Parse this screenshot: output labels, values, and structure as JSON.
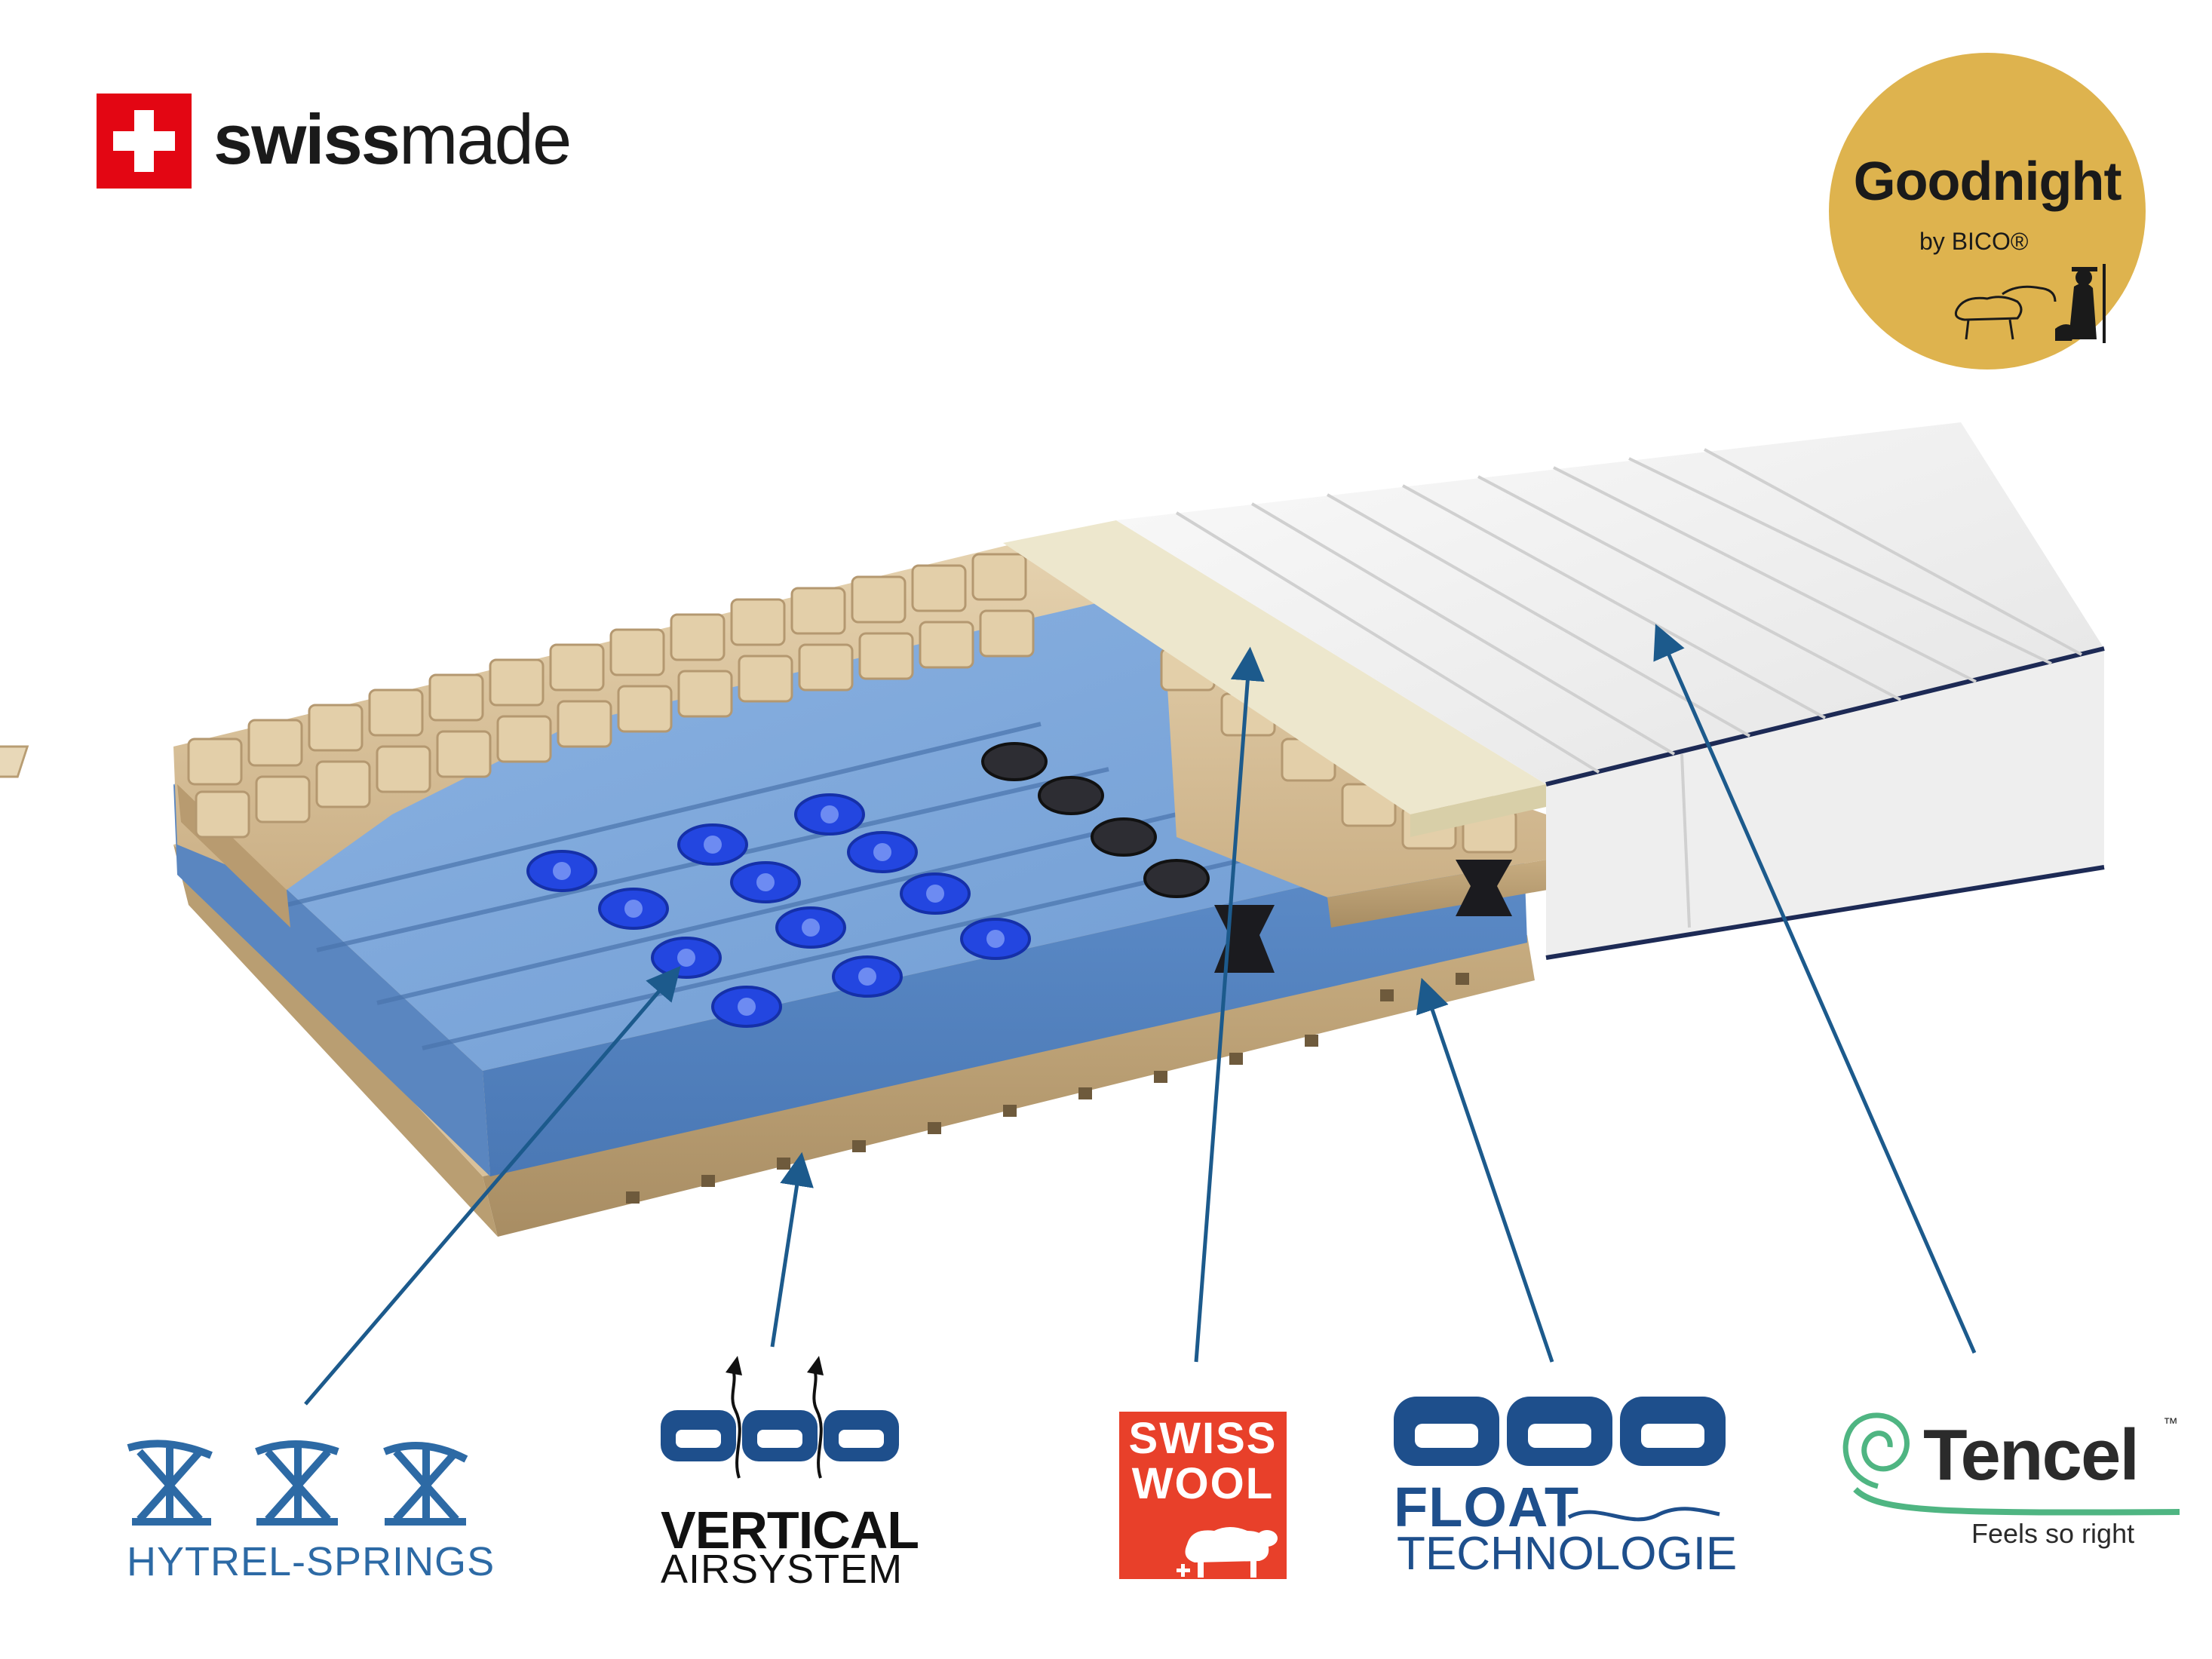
{
  "brand": {
    "swissmade_bold": "swiss",
    "swissmade_light": "made",
    "badge_title": "Goodnight",
    "badge_sub": "by BICO®"
  },
  "features": {
    "hytrel": "HYTREL-SPRINGS",
    "vertical_1": "VERTICAL",
    "vertical_2": "AIRSYSTEM",
    "swisswool_1": "SWISS",
    "swisswool_2": "WOOL",
    "float_1": "FLOAT",
    "float_2": "TECHNOLOGIE",
    "tencel": "Tencel",
    "tencel_tm": "™",
    "tencel_tagline": "Feels so right"
  },
  "colors": {
    "swiss_red": "#e30613",
    "badge_gold": "#deb34e",
    "foam_beige": "#cdb48a",
    "foam_blue": "#6f9bd2",
    "spring_blue": "#2346e0",
    "arrow_blue": "#1c5a8c",
    "wool_red": "#e8402a",
    "tencel_green": "#4fb582"
  }
}
